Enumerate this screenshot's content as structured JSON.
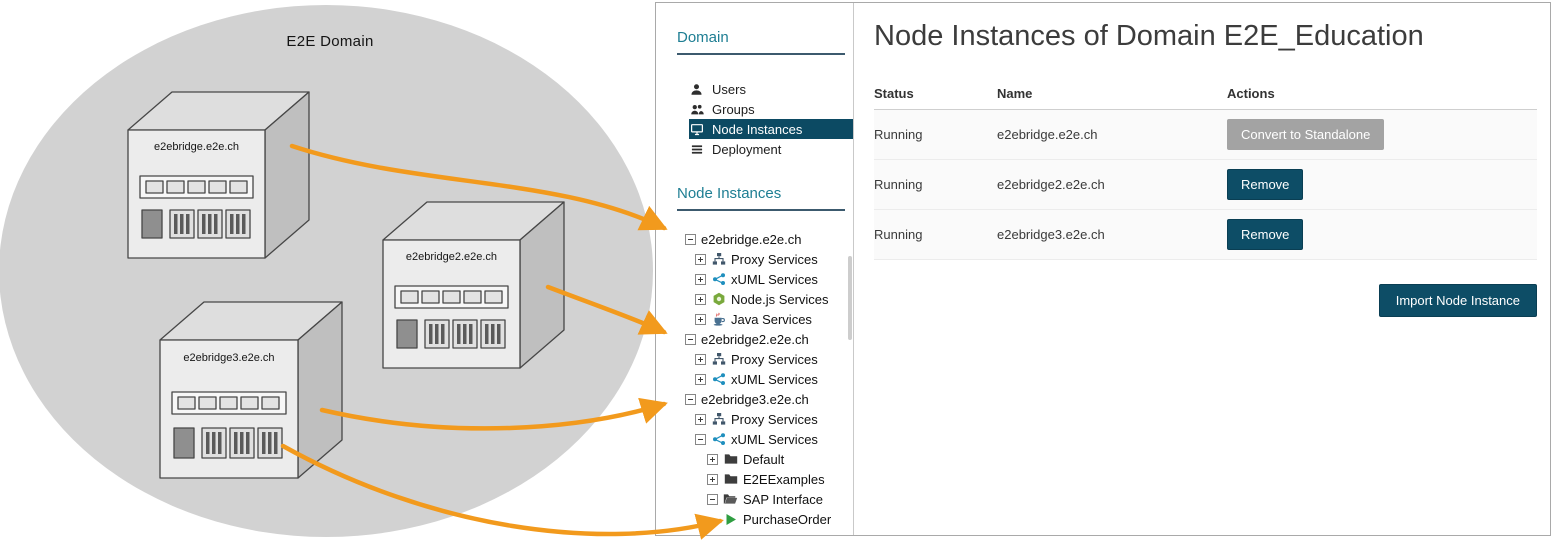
{
  "diagram": {
    "domain_label": "E2E Domain",
    "boxes": [
      {
        "label": "e2ebridge.e2e.ch"
      },
      {
        "label": "e2ebridge2.e2e.ch"
      },
      {
        "label": "e2ebridge3.e2e.ch"
      }
    ]
  },
  "sidebar": {
    "domain_heading": "Domain",
    "menu": [
      {
        "label": "Users"
      },
      {
        "label": "Groups"
      },
      {
        "label": "Node Instances"
      },
      {
        "label": "Deployment"
      }
    ],
    "node_instances_heading": "Node Instances"
  },
  "tree": [
    {
      "label": "e2ebridge.e2e.ch"
    },
    {
      "label": "Proxy Services"
    },
    {
      "label": "xUML Services"
    },
    {
      "label": "Node.js Services"
    },
    {
      "label": "Java Services"
    },
    {
      "label": "e2ebridge2.e2e.ch"
    },
    {
      "label": "Proxy Services"
    },
    {
      "label": "xUML Services"
    },
    {
      "label": "e2ebridge3.e2e.ch"
    },
    {
      "label": "Proxy Services"
    },
    {
      "label": "xUML Services"
    },
    {
      "label": "Default"
    },
    {
      "label": "E2EExamples"
    },
    {
      "label": "SAP Interface"
    },
    {
      "label": "PurchaseOrder"
    }
  ],
  "main": {
    "title": "Node Instances of Domain E2E_Education",
    "table": {
      "headers": [
        "Status",
        "Name",
        "Actions"
      ],
      "rows": [
        {
          "status": "Running",
          "name": "e2ebridge.e2e.ch",
          "action": "Convert to Standalone"
        },
        {
          "status": "Running",
          "name": "e2ebridge2.e2e.ch",
          "action": "Remove"
        },
        {
          "status": "Running",
          "name": "e2ebridge3.e2e.ch",
          "action": "Remove"
        }
      ]
    },
    "import_button_label": "Import Node Instance"
  },
  "colors": {
    "heading_teal": "#1e7e93",
    "selected_bg": "#0c4a63",
    "button_teal": "#0d4d66",
    "button_gray": "#a3a3a3",
    "arrow_orange": "#f29a1d",
    "ellipse_gray": "#d2d2d2"
  }
}
